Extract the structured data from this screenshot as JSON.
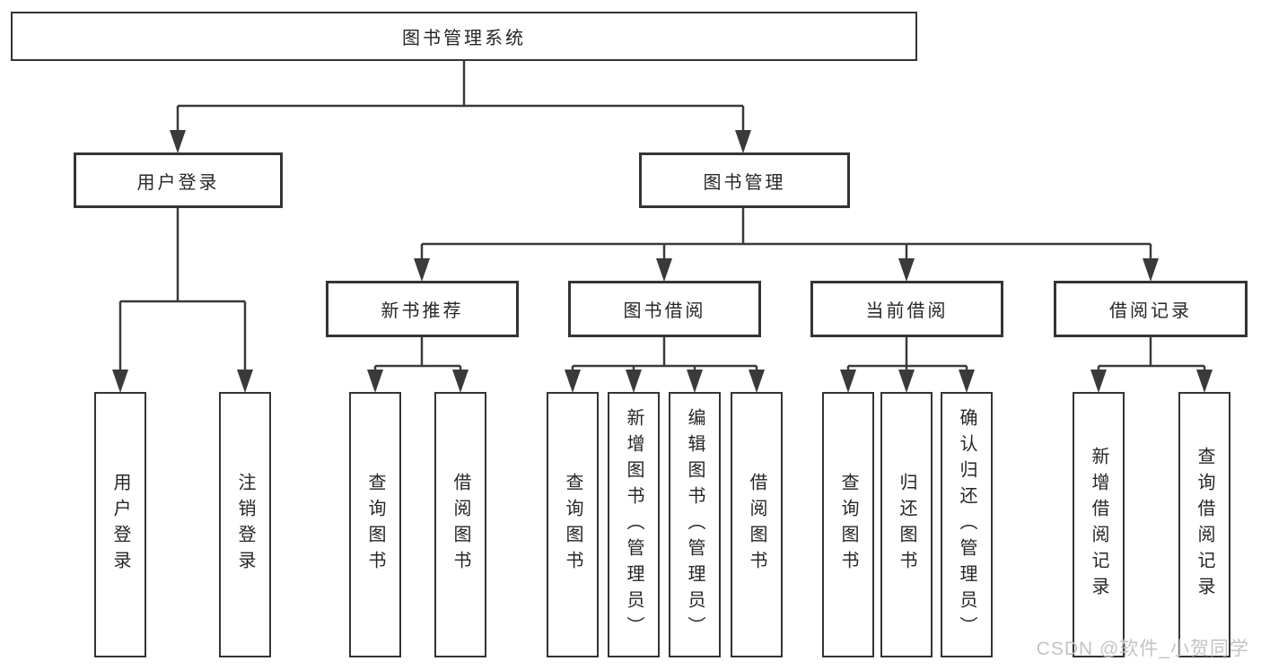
{
  "diagram": {
    "root": {
      "label": "图书管理系统"
    },
    "branches": [
      {
        "label": "用户登录",
        "children": [
          {
            "label": "用户登录"
          },
          {
            "label": "注销登录"
          }
        ]
      },
      {
        "label": "图书管理",
        "children": [
          {
            "label": "新书推荐",
            "children": [
              {
                "label": "查询图书"
              },
              {
                "label": "借阅图书"
              }
            ]
          },
          {
            "label": "图书借阅",
            "children": [
              {
                "label": "查询图书"
              },
              {
                "label": "新增图书（管理员）"
              },
              {
                "label": "编辑图书（管理员）"
              },
              {
                "label": "借阅图书"
              }
            ]
          },
          {
            "label": "当前借阅",
            "children": [
              {
                "label": "查询图书"
              },
              {
                "label": "归还图书"
              },
              {
                "label": "确认归还（管理员）"
              }
            ]
          },
          {
            "label": "借阅记录",
            "children": [
              {
                "label": "新增借阅记录"
              },
              {
                "label": "查询借阅记录"
              }
            ]
          }
        ]
      }
    ],
    "watermark": "CSDN @软件_小贺同学",
    "colors": {
      "line": "#3a3a3a",
      "box_border": "#343434",
      "text": "#262626",
      "watermark": "#c3c3c3",
      "background": "#ffffff"
    }
  }
}
